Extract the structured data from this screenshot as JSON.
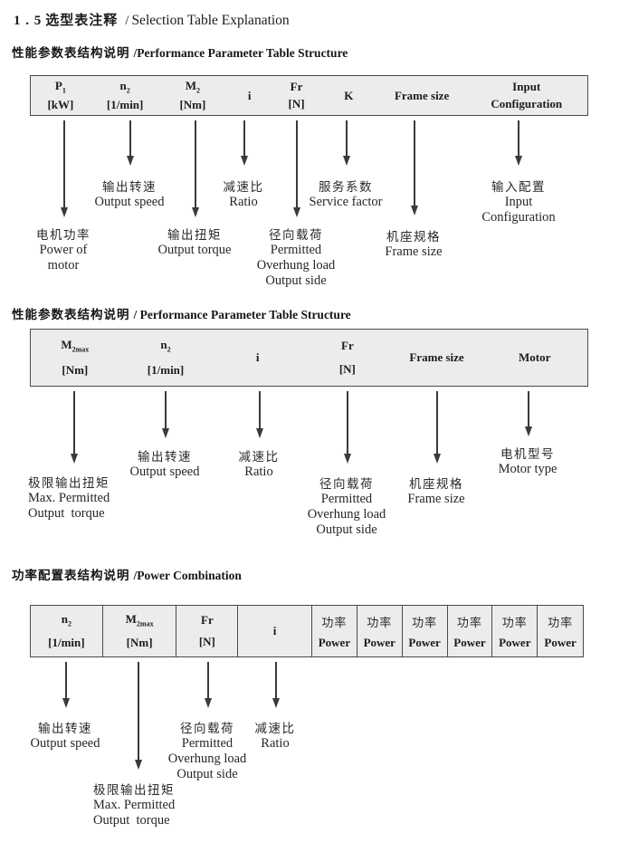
{
  "title": {
    "num": "1 . 5",
    "zh": "选型表注释",
    "sep": "/",
    "en": "Selection Table Explanation"
  },
  "colors": {
    "table_bg": "#ececec",
    "table_border": "#4a4a4a",
    "ink": "#1c1c1c"
  },
  "s1": {
    "heading_zh": "性能参数表结构说明",
    "heading_en": "/Performance Parameter Table Structure",
    "cols": [
      {
        "t": "P",
        "s": "1",
        "u": "[kW]"
      },
      {
        "t": "n",
        "s": "2",
        "u": "[1/min]"
      },
      {
        "t": "M",
        "s": "2",
        "u": "[Nm]"
      },
      {
        "t": "i"
      },
      {
        "t": "Fr",
        "u": "[N]"
      },
      {
        "t": "K"
      },
      {
        "t": "Frame size"
      },
      {
        "t": "Input",
        "u": "Configuration"
      }
    ],
    "callouts": [
      {
        "zh": "电机功率",
        "en": [
          "Power of",
          "motor"
        ]
      },
      {
        "zh": "输出转速",
        "en": [
          "Output speed"
        ]
      },
      {
        "zh": "输出扭矩",
        "en": [
          "Output torque"
        ]
      },
      {
        "zh": "减速比",
        "en": [
          "Ratio"
        ]
      },
      {
        "zh": "径向载荷",
        "en": [
          "Permitted",
          "Overhung load",
          "Output side"
        ]
      },
      {
        "zh": "服务系数",
        "en": [
          "Service factor"
        ]
      },
      {
        "zh": "机座规格",
        "en": [
          "Frame size"
        ]
      },
      {
        "zh": "输入配置",
        "en": [
          "Input",
          "Configuration"
        ]
      }
    ]
  },
  "s2": {
    "heading_zh": "性能参数表结构说明",
    "heading_en": "/ Performance Parameter Table Structure",
    "cols": [
      {
        "t": "M",
        "s": "2max",
        "u": "[Nm]"
      },
      {
        "t": "n",
        "s": "2",
        "u": "[1/min]"
      },
      {
        "t": "i"
      },
      {
        "t": "Fr",
        "u": "[N]"
      },
      {
        "t": "Frame size"
      },
      {
        "t": "Motor"
      }
    ],
    "callouts": [
      {
        "zh": "极限输出扭矩",
        "en": [
          "Max. Permitted",
          "Output  torque"
        ]
      },
      {
        "zh": "输出转速",
        "en": [
          "Output speed"
        ]
      },
      {
        "zh": "减速比",
        "en": [
          "Ratio"
        ]
      },
      {
        "zh": "径向载荷",
        "en": [
          "Permitted",
          "Overhung load",
          "Output side"
        ]
      },
      {
        "zh": "机座规格",
        "en": [
          "Frame size"
        ]
      },
      {
        "zh": "电机型号",
        "en": [
          "Motor type"
        ]
      }
    ]
  },
  "s3": {
    "heading_zh": "功率配置表结构说明",
    "heading_en": "/Power Combination",
    "cols": [
      {
        "t": "n",
        "s": "2",
        "u": "[1/min]"
      },
      {
        "t": "M",
        "s": "2max",
        "u": "[Nm]"
      },
      {
        "t": "Fr",
        "u": "[N]"
      },
      {
        "t": "i"
      }
    ],
    "power_cols": [
      {
        "zh": "功率",
        "en": "Power"
      },
      {
        "zh": "功率",
        "en": "Power"
      },
      {
        "zh": "功率",
        "en": "Power"
      },
      {
        "zh": "功率",
        "en": "Power"
      },
      {
        "zh": "功率",
        "en": "Power"
      },
      {
        "zh": "功率",
        "en": "Power"
      }
    ],
    "callouts": [
      {
        "zh": "输出转速",
        "en": [
          "Output speed"
        ]
      },
      {
        "zh": "极限输出扭矩",
        "en": [
          "Max. Permitted",
          "Output  torque"
        ]
      },
      {
        "zh": "径向载荷",
        "en": [
          "Permitted",
          "Overhung load",
          "Output side"
        ]
      },
      {
        "zh": "减速比",
        "en": [
          "Ratio"
        ]
      }
    ]
  }
}
